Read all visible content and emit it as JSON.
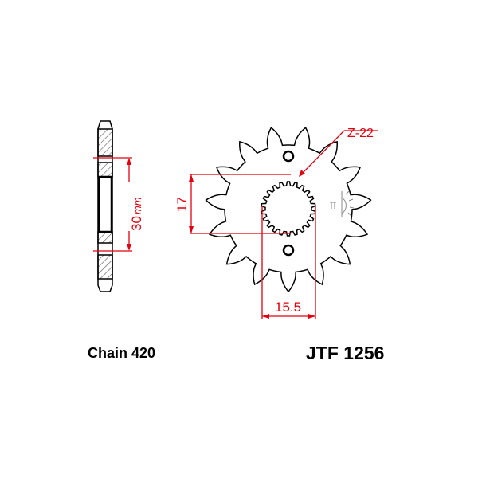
{
  "drawing": {
    "chain_label": "Chain 420",
    "part_number": "JTF 1256",
    "spline_label": "Z-22",
    "dim_thickness_label": "30",
    "dim_thickness_unit": "mm",
    "dim_spline_label": "17",
    "dim_width_label": "15.5",
    "sprocket_teeth": 15,
    "spline_teeth": 22,
    "colors": {
      "outline": "#000000",
      "dimension": "#e3000f",
      "hatch": "#555555"
    }
  }
}
